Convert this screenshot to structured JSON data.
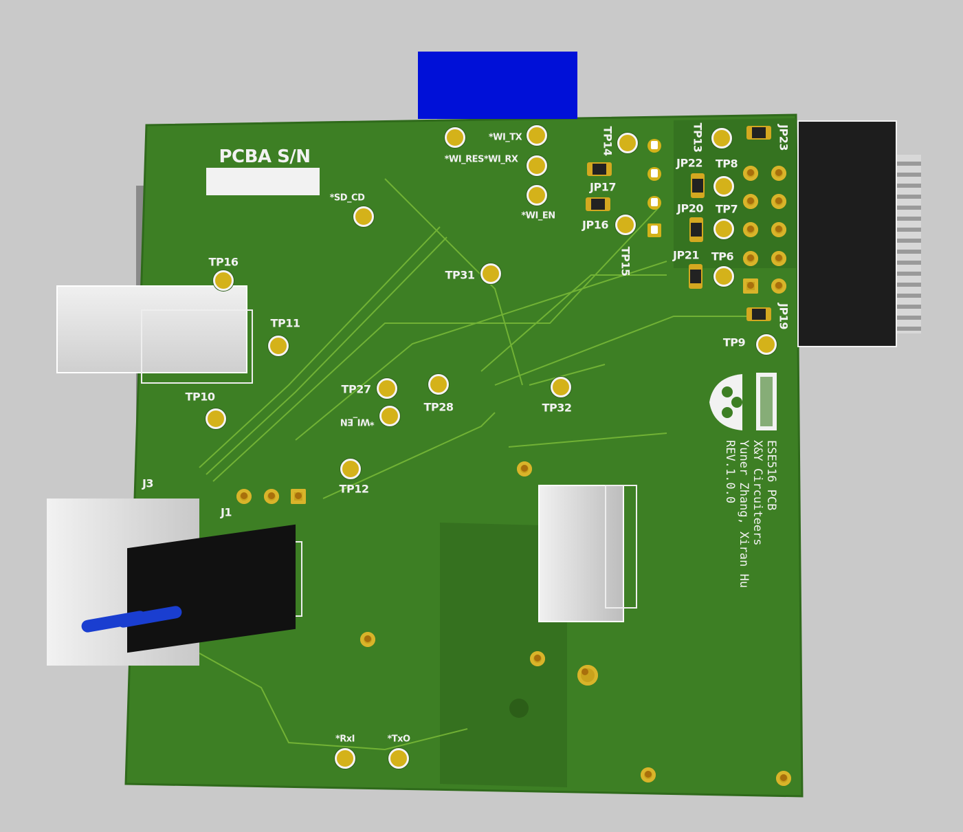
{
  "board": {
    "silkscreen_sn": "PCBA S/N",
    "info_lines": [
      "ESE516 PCB",
      "X&Y Circuiteers",
      "Yuner Zhang, Xiran Hu",
      "REV.1.0.0"
    ]
  },
  "colors": {
    "background": "#c9c9c9",
    "board": "#3d7f24",
    "pad": "#d4b21a",
    "silk": "#f2f2f2",
    "blue_part": "#0010d8"
  },
  "labels": {
    "tp16": "TP16",
    "tp11": "TP11",
    "tp10": "TP10",
    "sd_cd": "*SD_CD",
    "wi_tx": "*WI_TX",
    "wi_res_rx": "*WI_RES*WI_RX",
    "wi_en": "*WI_EN",
    "tp31": "TP31",
    "tp27": "TP27",
    "tp28": "TP28",
    "wi_en_bottom": "*WI_EN",
    "tp32": "TP32",
    "tp12": "TP12",
    "rxi": "*RxI",
    "txo": "*TxO",
    "tp14": "TP14",
    "tp15": "TP15",
    "jp17": "JP17",
    "jp16": "JP16",
    "tp13": "TP13",
    "jp22": "JP22",
    "tp8": "TP8",
    "jp20": "JP20",
    "tp7": "TP7",
    "jp21": "JP21",
    "tp6": "TP6",
    "jp23": "JP23",
    "jp19": "JP19",
    "tp9": "TP9",
    "j3": "J3",
    "j1": "J1"
  }
}
